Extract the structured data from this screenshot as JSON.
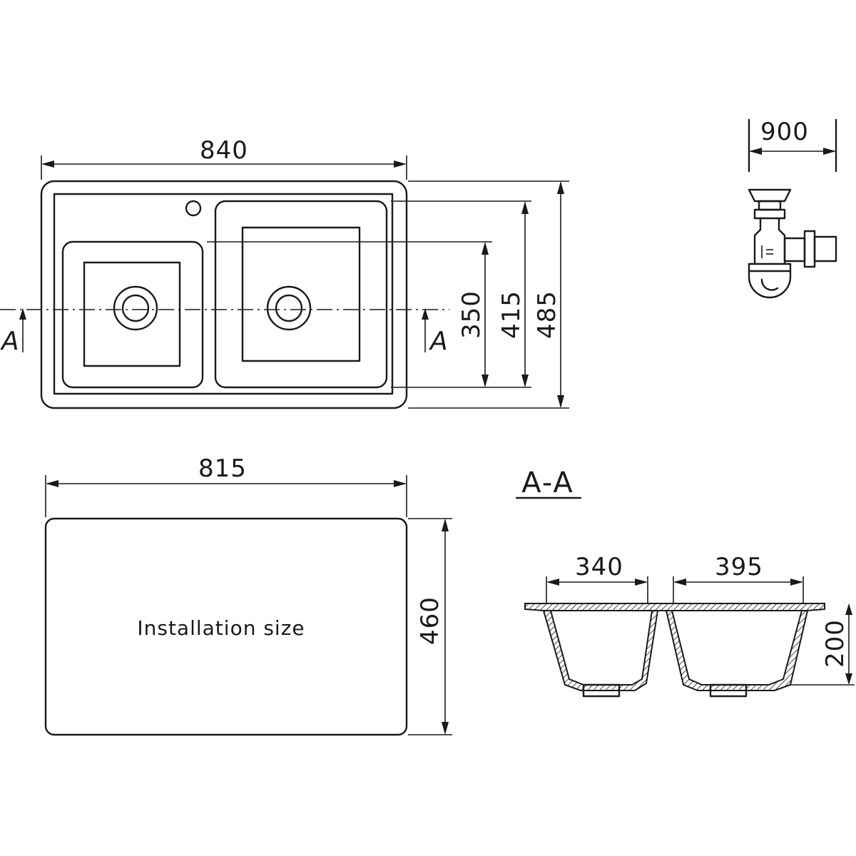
{
  "top_view": {
    "dim_width": "840",
    "dim_inner_depth": "350",
    "dim_bowl_depth": "415",
    "dim_total_depth": "485",
    "section_marker_left": "A",
    "section_marker_right": "A"
  },
  "cabinet": {
    "dim_width": "900"
  },
  "installation": {
    "dim_width": "815",
    "dim_depth": "460",
    "label": "Installation size"
  },
  "section_view": {
    "title": "A-A",
    "dim_small_bowl": "340",
    "dim_large_bowl": "395",
    "dim_height": "200"
  }
}
